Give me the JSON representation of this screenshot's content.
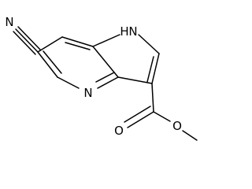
{
  "molecule": {
    "atoms": {
      "nitrile_n": "N",
      "pyrrole_nh": "H",
      "pyrrole_n": "N",
      "pyridine_n": "N",
      "carbonyl_o": "O",
      "ester_o": "O"
    }
  }
}
